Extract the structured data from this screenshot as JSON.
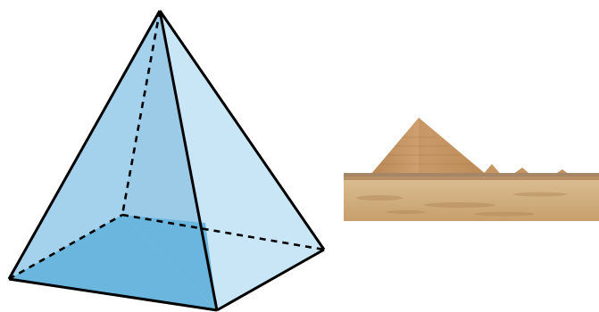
{
  "diagram": {
    "type": "square-pyramid",
    "faces": {
      "left": "#a4d1ec",
      "back": "#9ccbe8",
      "right": "#c9e6f7",
      "front": "#6bb6df",
      "base": "#bfe1f5"
    },
    "edge_color": "#000000",
    "hidden_edges": "dashed"
  },
  "photo": {
    "subject": "pyramids-in-desert",
    "sky": "#ffffff",
    "sand": "#d8b88a",
    "stone": "#c69a66"
  }
}
